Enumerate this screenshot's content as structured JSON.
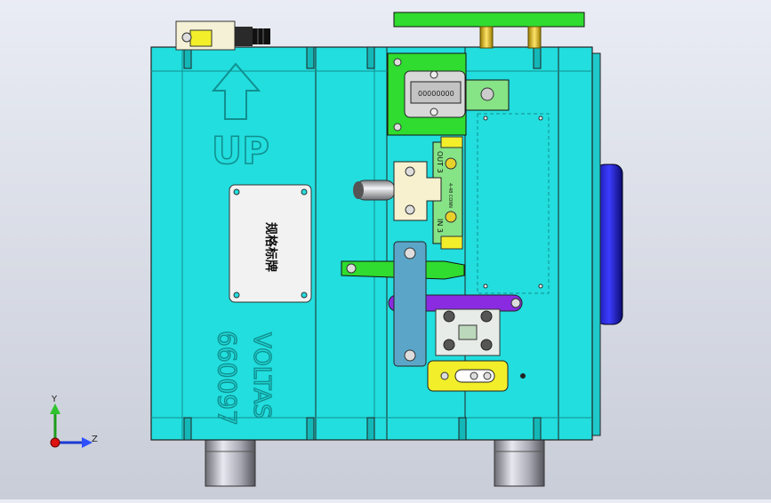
{
  "model": {
    "up_label": "UP",
    "label_plate_text": "规格标牌",
    "brand": "VOLTAS",
    "part_number": "660097",
    "connector_label_top": "OUT 3",
    "connector_label_mid": "4-48 CONN",
    "connector_label_bottom": "IN 3",
    "connector_pins": "00000000"
  },
  "triad": {
    "y_label": "Y",
    "z_label": "Z"
  },
  "colors": {
    "body": "#22dede",
    "body_dark": "#14b7b7",
    "green": "#2fdc2f",
    "pale_green": "#86e486",
    "purple": "#8a2be2",
    "steel": "#5ba6c8",
    "yellow": "#f2ee2a",
    "cream": "#f7f1d0",
    "blue_knob": "#2222cc"
  }
}
